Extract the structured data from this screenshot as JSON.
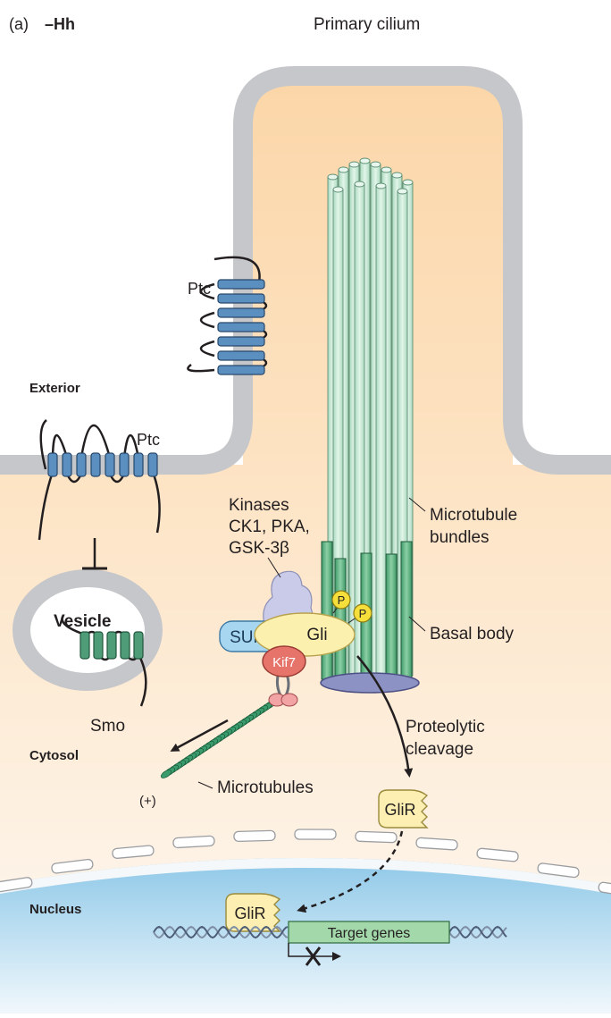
{
  "panel": {
    "letter": "(a)",
    "condition": "–Hh",
    "title": "Primary cilium"
  },
  "regions": {
    "exterior": "Exterior",
    "cytosol": "Cytosol",
    "nucleus": "Nucleus",
    "vesicle": "Vesicle"
  },
  "proteins": {
    "ptc_cilium": "Ptc",
    "ptc_membrane": "Ptc",
    "smo": "Smo",
    "sufu": "SUFU",
    "gli": "Gli",
    "kif7": "Kif7",
    "phospho": "P",
    "glir_cytosol": "GliR",
    "glir_nucleus": "GliR"
  },
  "labels": {
    "kinases_line1": "Kinases",
    "kinases_line2": "CK1, PKA,",
    "kinases_line3": "GSK-3β",
    "microtubule_bundles_line1": "Microtubule",
    "microtubule_bundles_line2": "bundles",
    "basal_body": "Basal body",
    "proteolytic_line1": "Proteolytic",
    "proteolytic_line2": "cleavage",
    "microtubules": "Microtubules",
    "plus_end": "(+)",
    "target_genes": "Target genes"
  },
  "colors": {
    "cilium_fill": "#fbd9b0",
    "cytosol_fill": "#fce8d0",
    "membrane": "#c8c9cc",
    "nucleus_fill": "#b9dcef",
    "ptc": "#5b8fbf",
    "smo": "#4e9d78",
    "microtubule_light": "#c9ead8",
    "microtubule_dark": "#6ab88a",
    "sufu": "#9fd0ef",
    "gli": "#fbefae",
    "kif7": "#e8786a",
    "kinase": "#c7c9e8",
    "phospho": "#f7e13a",
    "target_gene": "#9fd6a8"
  }
}
